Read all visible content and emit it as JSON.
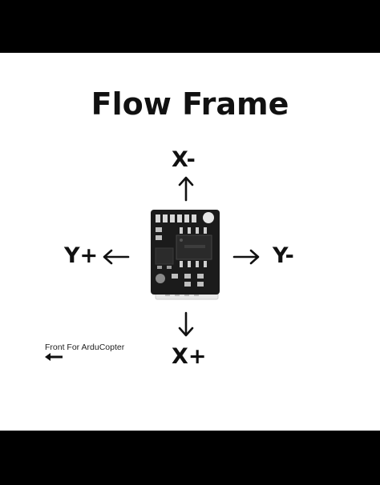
{
  "title": "Flow Frame",
  "axes": {
    "top": "X-",
    "bottom": "X+",
    "left": "Y+",
    "right": "Y-"
  },
  "caption": "Front For ArduCopter",
  "colors": {
    "background": "#ffffff",
    "letterbox": "#000000",
    "text": "#111111",
    "board": "#1b1b1b"
  },
  "icons": {
    "arrow_up": "arrow-up-icon",
    "arrow_down": "arrow-down-icon",
    "arrow_left": "arrow-left-icon",
    "arrow_right": "arrow-right-icon",
    "front_arrow": "arrow-left-icon",
    "board": "optical-flow-sensor-board"
  }
}
